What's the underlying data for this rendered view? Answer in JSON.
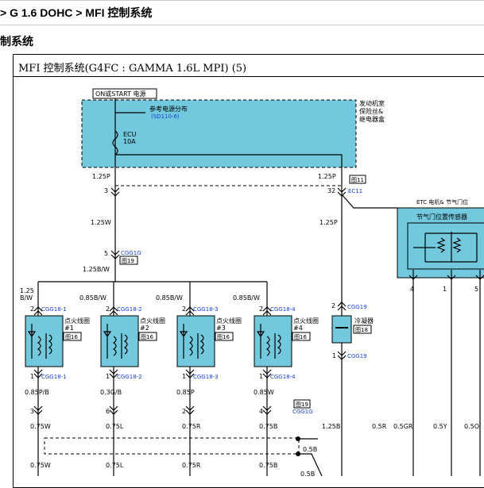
{
  "breadcrumb": "> G 1.6 DOHC > MFI 控制系统",
  "section_title": "制系统",
  "diagram": {
    "title": "MFI  控制系统(G4FC : GAMMA 1.6L MPI) (5)",
    "power_label": "ON或START 电源",
    "ref_label": "参考电源分布",
    "ref_code": "(SD110-6)",
    "fuse_name": "ECU",
    "fuse_rating": "10A",
    "box_label_1": "发动机室",
    "box_label_2": "保险丝&",
    "box_label_3": "继电器盒",
    "wire_left_top": "1.25P",
    "wire_right_top": "1.25P",
    "ref_fig_11": "图11",
    "pin_3": "3",
    "pin_32": "32",
    "conn_ec11": "EC11",
    "wire_left_mid": "1.25W",
    "wire_right_mid": "1.25P",
    "pin_5": "5",
    "conn_cgg1g": "CGG1G",
    "ref_fig_19": "图19",
    "wire_125bw": "1.25B/W",
    "wire_125_a": "1.25",
    "wire_125_b": "B/W",
    "coil_label": "点火线圈",
    "ref_fig_16": "图16",
    "coils": [
      {
        "num": "#1",
        "top_pin": "2",
        "top_conn": "CGG18-1",
        "bot_pin": "1",
        "bot_conn": "CGG18-1",
        "top_wire": "",
        "bot_wire": "0.85P/B",
        "pin2": "3",
        "wire2": "0.75W",
        "wire3": "0.75W"
      },
      {
        "num": "#2",
        "top_pin": "2",
        "top_conn": "CGG18-2",
        "bot_pin": "1",
        "bot_conn": "CGG18-2",
        "top_wire": "0.85B/W",
        "bot_wire": "0.3G/B",
        "pin2": "6",
        "wire2": "0.75L",
        "wire3": "0.75L"
      },
      {
        "num": "#3",
        "top_pin": "2",
        "top_conn": "CGG18-3",
        "bot_pin": "1",
        "bot_conn": "CGG18-3",
        "top_wire": "0.85B/W",
        "bot_wire": "0.85P",
        "pin2": "2",
        "wire2": "0.75R",
        "wire3": "0.75R"
      },
      {
        "num": "#4",
        "top_pin": "2",
        "top_conn": "CGG18-4",
        "bot_pin": "1",
        "bot_conn": "CGG18-4",
        "top_wire": "0.85B/W",
        "bot_wire": "0.85W",
        "pin2": "4",
        "wire2": "0.75B",
        "wire3": "0.75B"
      }
    ],
    "cond_top_pin": "2",
    "cond_top_conn": "CGG19",
    "cond_label": "冷凝器",
    "ref_fig_18": "图18",
    "cond_bot_pin": "1",
    "cond_bot_conn": "CGG19",
    "wire_125b": "1.25B",
    "wire_05b_1": "0.5B",
    "wire_05b_2": "0.5B",
    "etc_label": "ETC 电机& 节气门位",
    "tps_label": "节气门位置传感器",
    "etc_pins": [
      "4",
      "1",
      "5"
    ],
    "etc_wires": [
      "0.5R",
      "0.5GR",
      "0.5Y",
      "0.5O"
    ]
  }
}
